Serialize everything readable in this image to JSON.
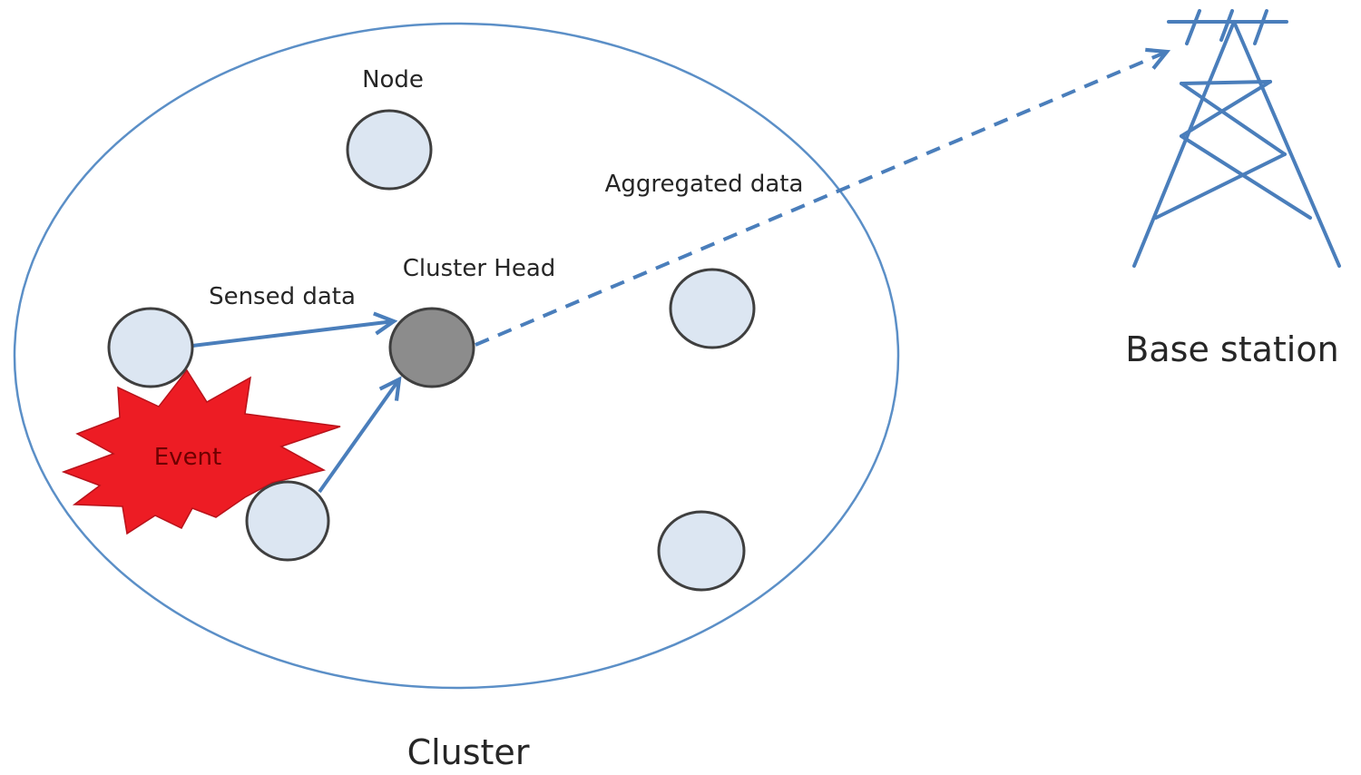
{
  "labels": {
    "node": "Node",
    "aggregated_data": "Aggregated data",
    "cluster_head": "Cluster Head",
    "sensed_data": "Sensed data",
    "event": "Event",
    "base_station": "Base station",
    "cluster": "Cluster"
  },
  "colors": {
    "link": "#4a7ebb",
    "node_fill": "#dce6f2",
    "cluster_head_fill": "#8c8c8c",
    "event_fill": "#ed1c24",
    "cluster_outline": "#5b8fc7"
  }
}
